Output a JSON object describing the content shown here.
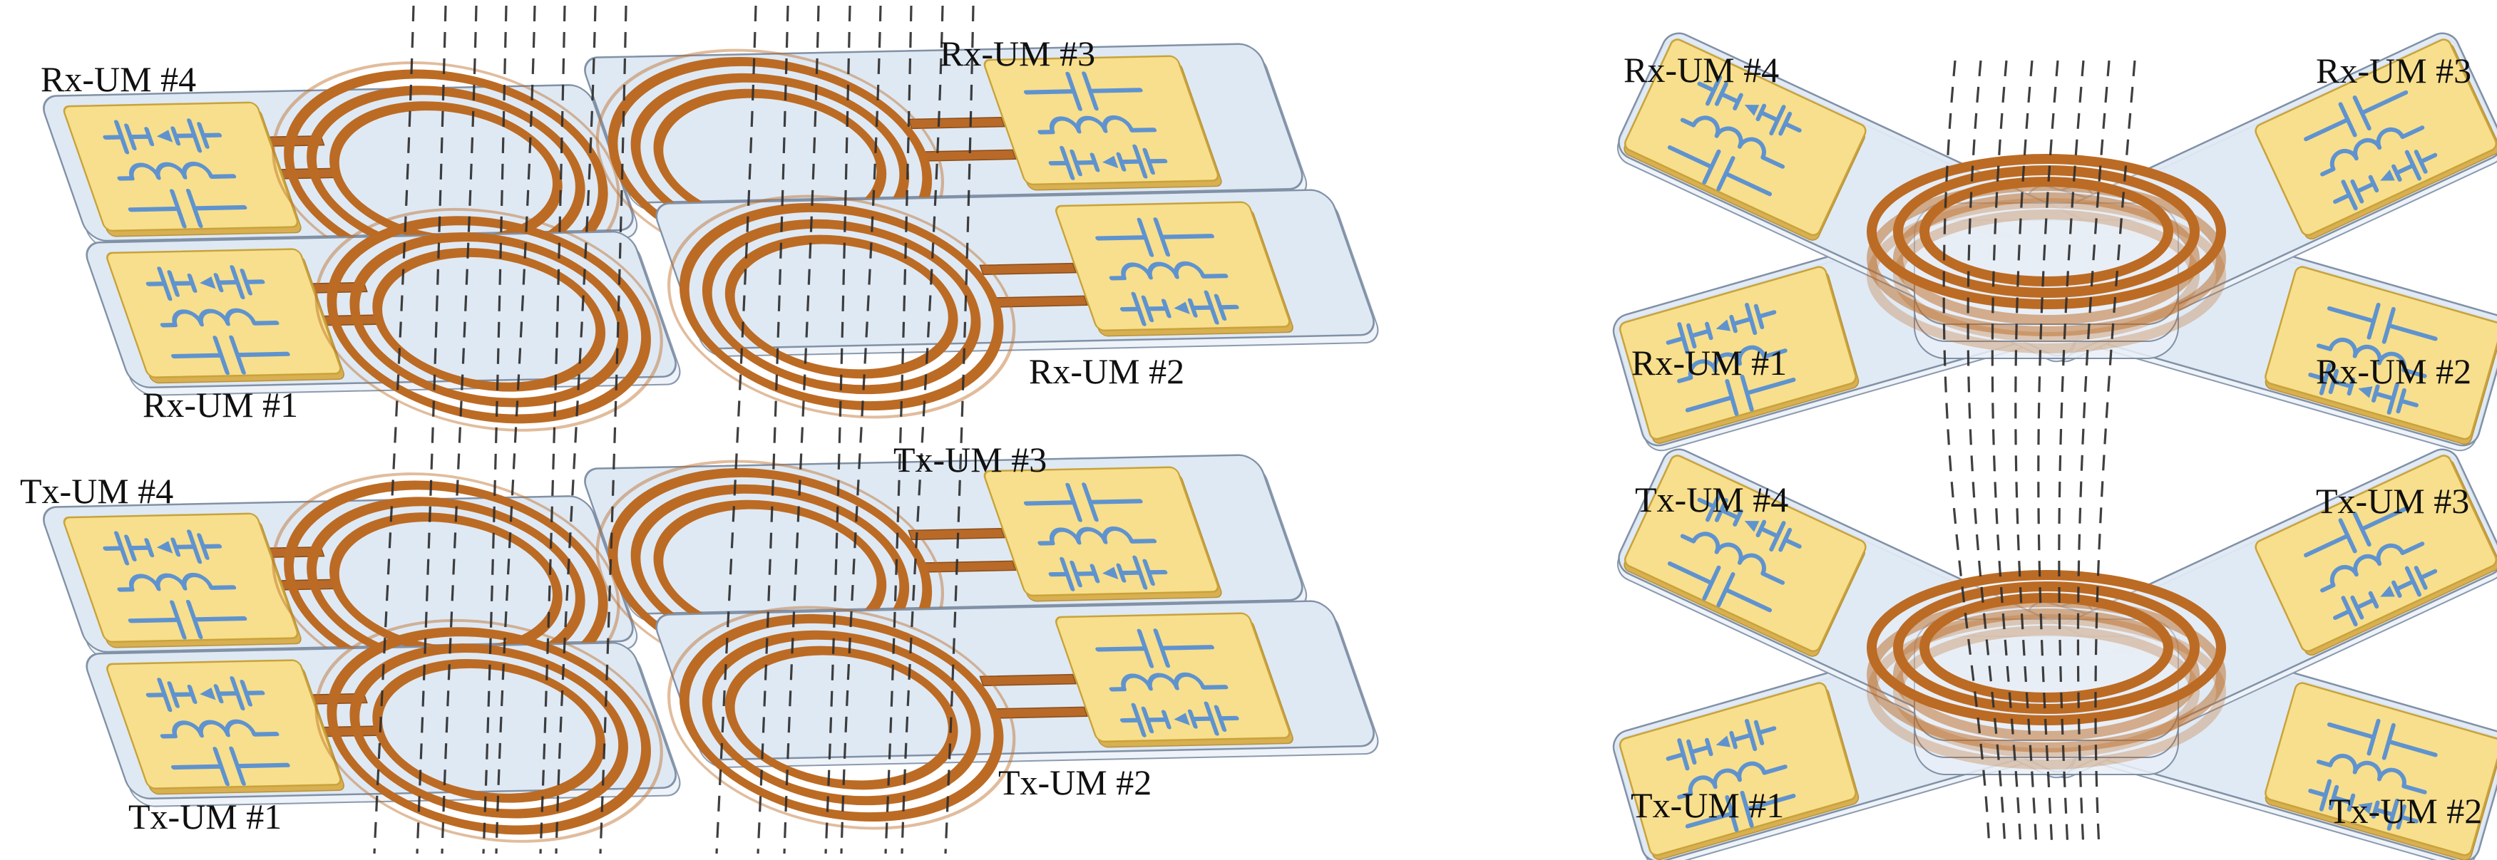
{
  "page": {
    "background": "#ffffff",
    "description": "Two 3D schematic views of modular wireless power transfer coil arrays with transmitter (Tx) and receiver (Rx) unit modules (UM)"
  },
  "colors": {
    "plate": "#dfe9f4",
    "plate_edge": "#8191a6",
    "pad": "#f8df8d",
    "pad_edge": "#c9a33a",
    "copper_coil": "#bc6b24",
    "copper_trace": "#b96a28",
    "circuit_symbol": "#5f93cf",
    "flux_line": "#2f2f2f",
    "label_text": "#101010"
  },
  "icons": {
    "mosfet-icon": "transistor switch pair symbol",
    "inductor-icon": "inductor symbol",
    "capacitor-icon": "capacitor symbol",
    "coil-icon": "three-turn copper spiral coil",
    "flux-icon": "dashed magnetic flux lines"
  },
  "left_figure": {
    "name": "side-by-side tiled 2x2 array of unit modules, Rx layer above Tx layer",
    "labels": {
      "rx4": "Rx-UM #4",
      "rx3": "Rx-UM #3",
      "rx1": "Rx-UM #1",
      "rx2": "Rx-UM #2",
      "tx4": "Tx-UM #4",
      "tx3": "Tx-UM #3",
      "tx1": "Tx-UM #1",
      "tx2": "Tx-UM #2"
    }
  },
  "right_figure": {
    "name": "cross-stacked pinwheel arrangement of unit modules sharing one central coil, Rx assembly above Tx assembly",
    "labels": {
      "rx4": "Rx-UM #4",
      "rx3": "Rx-UM #3",
      "rx1": "Rx-UM #1",
      "rx2": "Rx-UM #2",
      "tx4": "Tx-UM #4",
      "tx3": "Tx-UM #3",
      "tx1": "Tx-UM #1",
      "tx2": "Tx-UM #2"
    }
  }
}
